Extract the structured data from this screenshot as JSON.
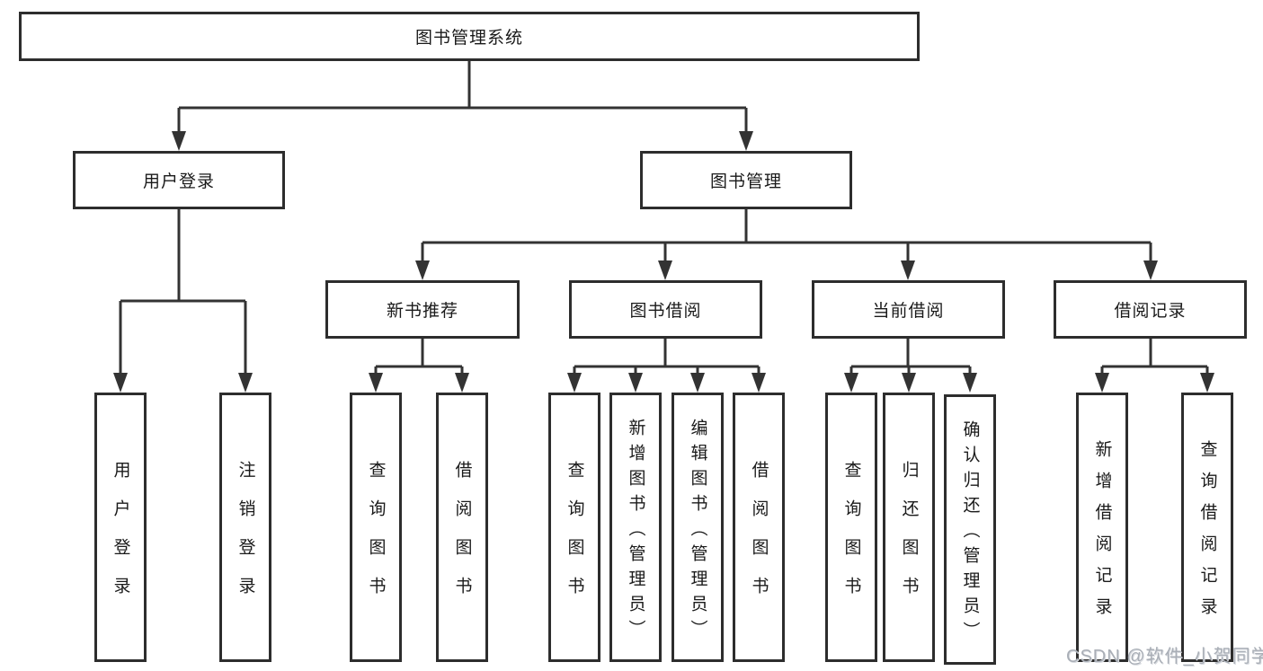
{
  "tree": {
    "label": "图书管理系统",
    "children": [
      {
        "label": "用户登录",
        "children": [
          {
            "label": "用户登录"
          },
          {
            "label": "注销登录"
          }
        ]
      },
      {
        "label": "图书管理",
        "children": [
          {
            "label": "新书推荐",
            "children": [
              {
                "label": "查询图书"
              },
              {
                "label": "借阅图书"
              }
            ]
          },
          {
            "label": "图书借阅",
            "children": [
              {
                "label": "查询图书"
              },
              {
                "label": "新增图书（管理员）"
              },
              {
                "label": "编辑图书（管理员）"
              },
              {
                "label": "借阅图书"
              }
            ]
          },
          {
            "label": "当前借阅",
            "children": [
              {
                "label": "查询图书"
              },
              {
                "label": "归还图书"
              },
              {
                "label": "确认归还（管理员）"
              }
            ]
          },
          {
            "label": "借阅记录",
            "children": [
              {
                "label": "新增借阅记录"
              },
              {
                "label": "查询借阅记录"
              }
            ]
          }
        ]
      }
    ]
  },
  "watermark": {
    "text": "CSDN @软件_小贺同学"
  },
  "colors": {
    "line": "#333333",
    "box_border": "#2d2d2d",
    "text": "#1a1a1a",
    "watermark_text": "#a9aeb6",
    "background": "#ffffff"
  }
}
